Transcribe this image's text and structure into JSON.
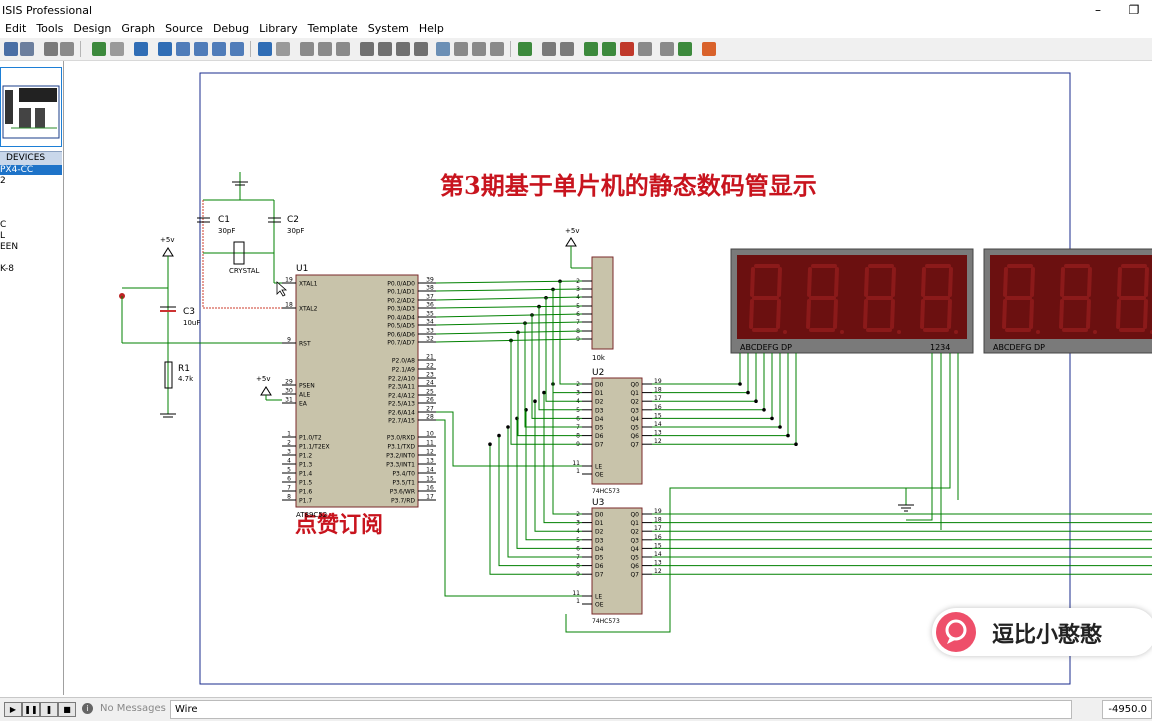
{
  "window": {
    "title": "ISIS Professional",
    "min_label": "–",
    "max_label": "❐"
  },
  "menu": [
    "Edit",
    "Tools",
    "Design",
    "Graph",
    "Source",
    "Debug",
    "Library",
    "Template",
    "System",
    "Help"
  ],
  "left_panel": {
    "devices_header": "DEVICES",
    "devices": [
      "PX4-CC",
      "2",
      "",
      "C",
      "L",
      "EEN",
      "",
      "K-8"
    ],
    "selected_index": 0
  },
  "schematic": {
    "title": "第3期基于单片机的静态数码管显示",
    "subtitle": "点赞订阅",
    "title_color": "#c8141e",
    "wire_color": "#008000",
    "components": {
      "c1": {
        "ref": "C1",
        "value": "30pF"
      },
      "c2": {
        "ref": "C2",
        "value": "30pF"
      },
      "crystal": "CRYSTAL",
      "c3": {
        "ref": "C3",
        "value": "10uF"
      },
      "r1": {
        "ref": "R1",
        "value": "4.7k"
      },
      "power": "+5v",
      "mcu": {
        "ref": "U1",
        "part": "AT89C52",
        "left_pins": [
          {
            "num": "19",
            "name": "XTAL1"
          },
          {
            "num": "18",
            "name": "XTAL2"
          },
          {
            "num": "9",
            "name": "RST"
          },
          {
            "num": "29",
            "name": "PSEN"
          },
          {
            "num": "30",
            "name": "ALE"
          },
          {
            "num": "31",
            "name": "EA"
          },
          {
            "num": "1",
            "name": "P1.0/T2"
          },
          {
            "num": "2",
            "name": "P1.1/T2EX"
          },
          {
            "num": "3",
            "name": "P1.2"
          },
          {
            "num": "4",
            "name": "P1.3"
          },
          {
            "num": "5",
            "name": "P1.4"
          },
          {
            "num": "6",
            "name": "P1.5"
          },
          {
            "num": "7",
            "name": "P1.6"
          },
          {
            "num": "8",
            "name": "P1.7"
          }
        ],
        "right_pins": [
          {
            "num": "39",
            "name": "P0.0/AD0"
          },
          {
            "num": "38",
            "name": "P0.1/AD1"
          },
          {
            "num": "37",
            "name": "P0.2/AD2"
          },
          {
            "num": "36",
            "name": "P0.3/AD3"
          },
          {
            "num": "35",
            "name": "P0.4/AD4"
          },
          {
            "num": "34",
            "name": "P0.5/AD5"
          },
          {
            "num": "33",
            "name": "P0.6/AD6"
          },
          {
            "num": "32",
            "name": "P0.7/AD7"
          },
          {
            "num": "21",
            "name": "P2.0/A8"
          },
          {
            "num": "22",
            "name": "P2.1/A9"
          },
          {
            "num": "23",
            "name": "P2.2/A10"
          },
          {
            "num": "24",
            "name": "P2.3/A11"
          },
          {
            "num": "25",
            "name": "P2.4/A12"
          },
          {
            "num": "26",
            "name": "P2.5/A13"
          },
          {
            "num": "27",
            "name": "P2.6/A14"
          },
          {
            "num": "28",
            "name": "P2.7/A15"
          },
          {
            "num": "10",
            "name": "P3.0/RXD"
          },
          {
            "num": "11",
            "name": "P3.1/TXD"
          },
          {
            "num": "12",
            "name": "P3.2/INT0"
          },
          {
            "num": "13",
            "name": "P3.3/INT1"
          },
          {
            "num": "14",
            "name": "P3.4/T0"
          },
          {
            "num": "15",
            "name": "P3.5/T1"
          },
          {
            "num": "16",
            "name": "P3.6/WR"
          },
          {
            "num": "17",
            "name": "P3.7/RD"
          }
        ]
      },
      "rpack": {
        "value": "10k",
        "pins": [
          "2",
          "3",
          "4",
          "5",
          "6",
          "7",
          "8",
          "9"
        ]
      },
      "latch_u2": {
        "ref": "U2",
        "part": "74HC573"
      },
      "latch_u3": {
        "ref": "U3",
        "part": "74HC573"
      },
      "latch_inputs": [
        {
          "num": "2",
          "name": "D0"
        },
        {
          "num": "3",
          "name": "D1"
        },
        {
          "num": "4",
          "name": "D2"
        },
        {
          "num": "5",
          "name": "D3"
        },
        {
          "num": "6",
          "name": "D4"
        },
        {
          "num": "7",
          "name": "D5"
        },
        {
          "num": "8",
          "name": "D6"
        },
        {
          "num": "9",
          "name": "D7"
        }
      ],
      "latch_outputs": [
        {
          "num": "19",
          "name": "Q0"
        },
        {
          "num": "18",
          "name": "Q1"
        },
        {
          "num": "17",
          "name": "Q2"
        },
        {
          "num": "16",
          "name": "Q3"
        },
        {
          "num": "15",
          "name": "Q4"
        },
        {
          "num": "14",
          "name": "Q5"
        },
        {
          "num": "13",
          "name": "Q6"
        },
        {
          "num": "12",
          "name": "Q7"
        }
      ],
      "latch_ctrl": [
        {
          "num": "11",
          "name": "LE"
        },
        {
          "num": "1",
          "name": "OE"
        }
      ],
      "display1": {
        "segments": "ABCDEFG  DP",
        "digits": "1234",
        "digit_count": 4
      },
      "display2": {
        "segments": "ABCDEFG  DP",
        "digit_count": 3
      }
    }
  },
  "watermark": "逗比小憨憨",
  "status": {
    "messages": "No Messages",
    "mode": "Wire",
    "coord": "-4950.0"
  }
}
